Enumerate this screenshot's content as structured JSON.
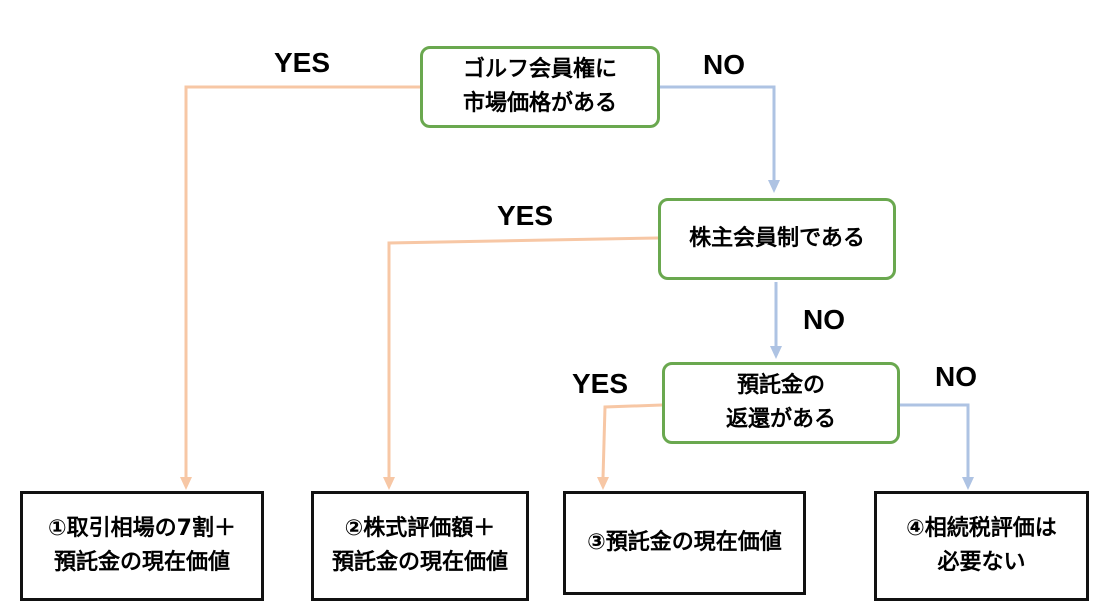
{
  "colors": {
    "yes_line": "#f7c7a5",
    "no_line": "#aec3e3",
    "decision_border": "#6aa84f",
    "result_border": "#111111"
  },
  "decisions": {
    "d1": "ゴルフ会員権に\n市場価格がある",
    "d2": "株主会員制である",
    "d3": "預託金の\n返還がある"
  },
  "results": {
    "r1": "①取引相場の7割＋\n預託金の現在価値",
    "r2": "②株式評価額＋\n預託金の現在価値",
    "r3": "③預託金の現在価値",
    "r4": "④相続税評価は\n必要ない"
  },
  "labels": {
    "yes1": "YES",
    "no1": "NO",
    "yes2": "YES",
    "no2": "NO",
    "yes3": "YES",
    "no3": "NO"
  }
}
